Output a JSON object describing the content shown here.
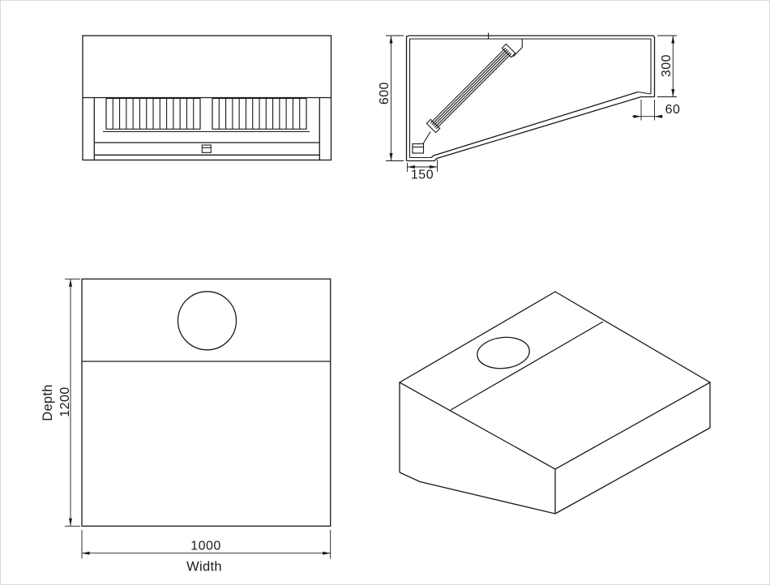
{
  "drawing": {
    "background": "#ffffff",
    "border_color": "#d9d9d9",
    "line_color": "#1a1a1a",
    "type": "kitchen-hood-4-view-technical-drawing"
  },
  "dimensions": {
    "side_overall_height": "600",
    "side_front_panel_height": "300",
    "side_lip_offset": "60",
    "side_bottom_ledge_depth": "150",
    "plan_depth_label": "Depth",
    "plan_depth_value": "1200",
    "plan_width_value": "1000",
    "plan_width_label": "Width"
  },
  "front_view_filters": {
    "banks": 2,
    "lines_per_bank": 15,
    "bank_start_x": [
      130,
      261
    ],
    "bank_width": 116,
    "top_y": 120.5,
    "bottom_y": 158.3
  }
}
